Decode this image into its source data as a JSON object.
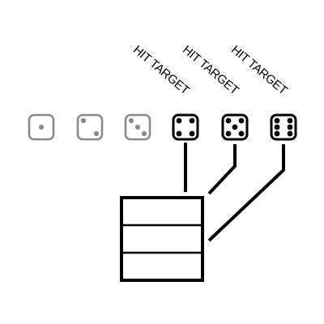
{
  "labels": [
    "HIT TARGET",
    "HIT TARGET",
    "HIT TARGET"
  ],
  "dice": [
    {
      "value": 1,
      "state": "inactive"
    },
    {
      "value": 2,
      "state": "inactive"
    },
    {
      "value": 3,
      "state": "inactive"
    },
    {
      "value": 4,
      "state": "hit"
    },
    {
      "value": 5,
      "state": "hit"
    },
    {
      "value": 6,
      "state": "hit"
    }
  ],
  "target_box": {
    "rows": 3
  },
  "colors": {
    "inactive": "#8a8a8a",
    "active": "#000000",
    "background": "#ffffff"
  }
}
